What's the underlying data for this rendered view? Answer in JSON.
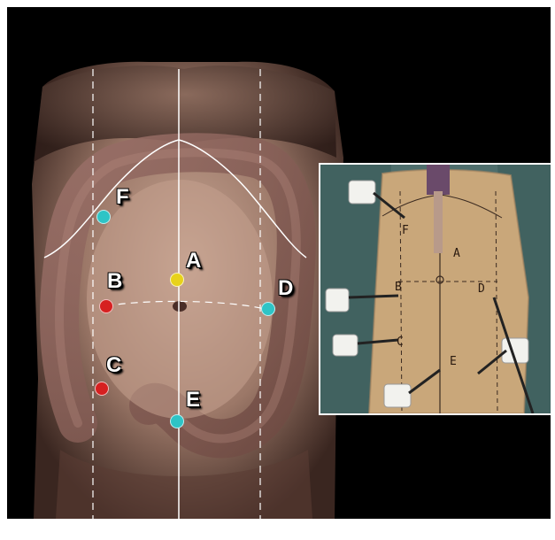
{
  "diagram": {
    "ports": [
      {
        "id": "A",
        "label": "A",
        "color": "#e8d21a"
      },
      {
        "id": "B",
        "label": "B",
        "color": "#d62020"
      },
      {
        "id": "C",
        "label": "C",
        "color": "#d62020"
      },
      {
        "id": "D",
        "label": "D",
        "color": "#2ec4c6"
      },
      {
        "id": "E",
        "label": "E",
        "color": "#2ec4c6"
      },
      {
        "id": "F",
        "label": "F",
        "color": "#2ec4c6"
      }
    ]
  },
  "photo": {
    "handwritten_labels": [
      "A",
      "B",
      "C",
      "D",
      "E",
      "F"
    ]
  },
  "colors": {
    "background": "#000000",
    "guide_lines": "#ffffff",
    "skin": "#b08a78",
    "colon": "#8a6258"
  }
}
